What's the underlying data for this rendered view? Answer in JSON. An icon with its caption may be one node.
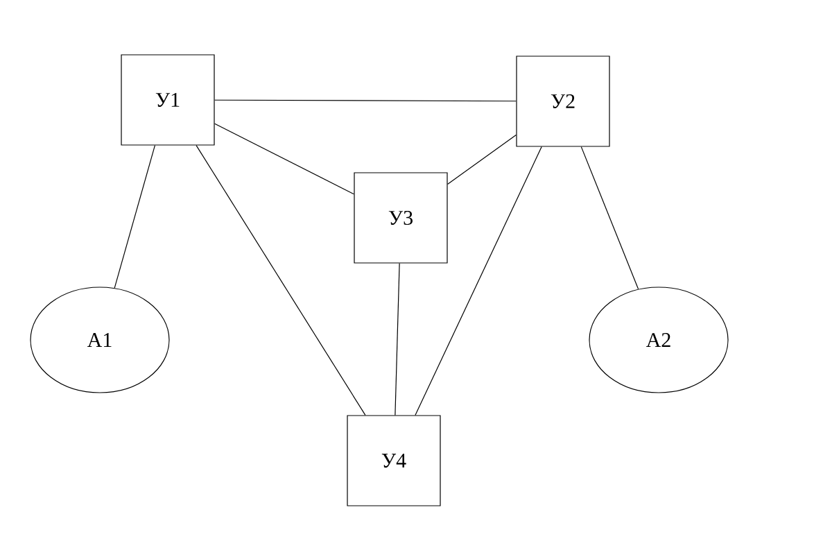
{
  "diagram": {
    "nodes": [
      {
        "text": [
          "У1"
        ]
      },
      {
        "text": [
          "У2"
        ]
      },
      {
        "text": [
          "У3"
        ]
      },
      {
        "text": [
          "У4"
        ]
      },
      {
        "text": [
          "А1"
        ]
      },
      {
        "text": [
          "А2"
        ]
      }
    ],
    "edges": [
      {
        "from": 0,
        "to": 1,
        "arrow": "none"
      },
      {
        "from": 0,
        "to": 2,
        "arrow": "none"
      },
      {
        "from": 0,
        "to": 4,
        "arrow": "none"
      },
      {
        "from": 0,
        "to": 3,
        "arrow": "none"
      },
      {
        "from": 1,
        "to": 2,
        "arrow": "none"
      },
      {
        "from": 1,
        "to": 5,
        "arrow": "none"
      },
      {
        "from": 1,
        "to": 3,
        "arrow": "none"
      },
      {
        "from": 2,
        "to": 3,
        "arrow": "none"
      }
    ]
  }
}
